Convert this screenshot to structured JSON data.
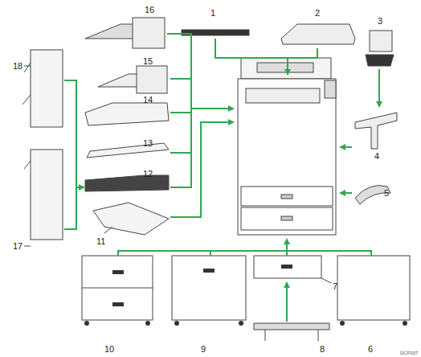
{
  "diagram": {
    "labels": [
      "16",
      "1",
      "2",
      "3",
      "15",
      "18",
      "14",
      "13",
      "4",
      "12",
      "5",
      "11",
      "17",
      "7",
      "8",
      "10",
      "9",
      "6",
      "DCF007"
    ]
  }
}
